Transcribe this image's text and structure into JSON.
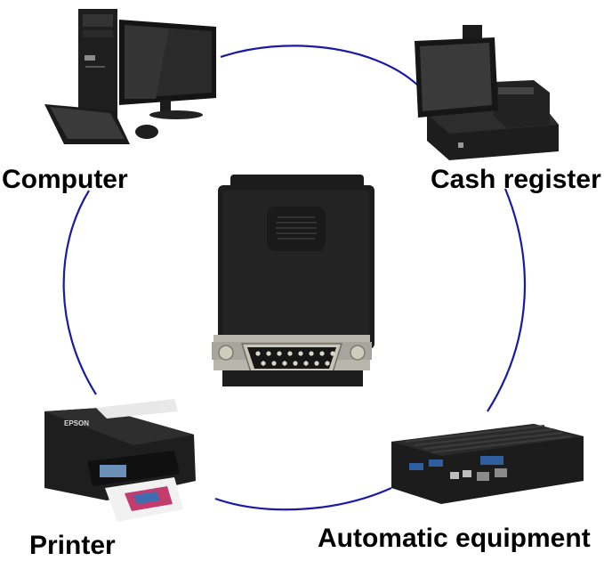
{
  "labels": {
    "computer": "Computer",
    "cash_register": "Cash register",
    "printer": "Printer",
    "automatic_equipment": "Automatic equipment"
  },
  "printer_brand": "EPSON",
  "colors": {
    "ring": "#1a1aa6",
    "device_black": "#1b1b1b",
    "metal": "#b9b7ad"
  }
}
